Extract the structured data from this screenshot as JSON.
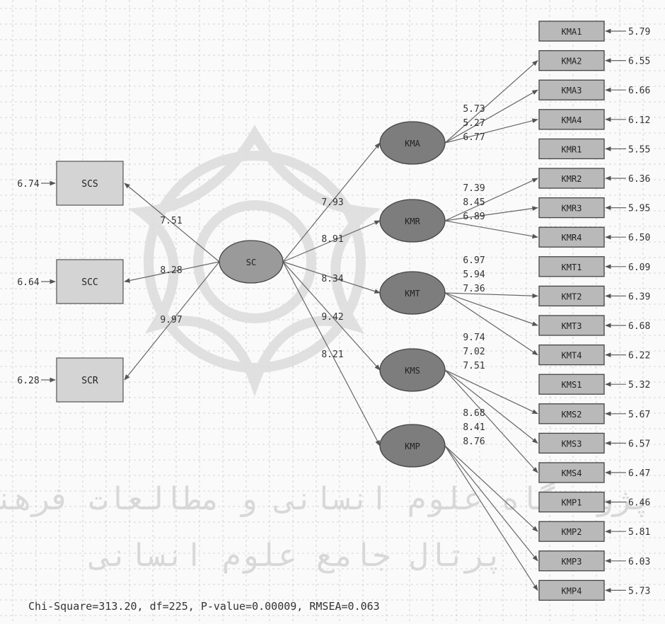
{
  "model": {
    "exogenous": {
      "name": "SC"
    },
    "observed_left": [
      {
        "name": "SCS",
        "error": "6.74",
        "loading": "7.51"
      },
      {
        "name": "SCC",
        "error": "6.64",
        "loading": "8.28"
      },
      {
        "name": "SCR",
        "error": "6.28",
        "loading": "9.97"
      }
    ],
    "latents": [
      {
        "name": "KMA",
        "path": "7.93",
        "indicators": [
          {
            "name": "KMA1",
            "error": "5.79",
            "loading": ""
          },
          {
            "name": "KMA2",
            "error": "6.55",
            "loading": "5.73"
          },
          {
            "name": "KMA3",
            "error": "6.66",
            "loading": "5.27"
          },
          {
            "name": "KMA4",
            "error": "6.12",
            "loading": "6.77"
          }
        ]
      },
      {
        "name": "KMR",
        "path": "8.91",
        "indicators": [
          {
            "name": "KMR1",
            "error": "5.55",
            "loading": ""
          },
          {
            "name": "KMR2",
            "error": "6.36",
            "loading": "7.39"
          },
          {
            "name": "KMR3",
            "error": "5.95",
            "loading": "8.45"
          },
          {
            "name": "KMR4",
            "error": "6.50",
            "loading": "6.89"
          }
        ]
      },
      {
        "name": "KMT",
        "path": "8.34",
        "indicators": [
          {
            "name": "KMT1",
            "error": "6.09",
            "loading": ""
          },
          {
            "name": "KMT2",
            "error": "6.39",
            "loading": "6.97"
          },
          {
            "name": "KMT3",
            "error": "6.68",
            "loading": "5.94"
          },
          {
            "name": "KMT4",
            "error": "6.22",
            "loading": "7.36"
          }
        ]
      },
      {
        "name": "KMS",
        "path": "9.42",
        "indicators": [
          {
            "name": "KMS1",
            "error": "5.32",
            "loading": ""
          },
          {
            "name": "KMS2",
            "error": "5.67",
            "loading": "9.74"
          },
          {
            "name": "KMS3",
            "error": "6.57",
            "loading": "7.02"
          },
          {
            "name": "KMS4",
            "error": "6.47",
            "loading": "7.51"
          }
        ]
      },
      {
        "name": "KMP",
        "path": "8.21",
        "indicators": [
          {
            "name": "KMP1",
            "error": "6.46",
            "loading": ""
          },
          {
            "name": "KMP2",
            "error": "5.81",
            "loading": "8.68"
          },
          {
            "name": "KMP3",
            "error": "6.03",
            "loading": "8.41"
          },
          {
            "name": "KMP4",
            "error": "5.73",
            "loading": "8.76"
          }
        ]
      }
    ]
  },
  "fit_statistics": "Chi-Square=313.20, df=225, P-value=0.00009, RMSEA=0.063",
  "watermark": {
    "line1": "پژوهشگاه علوم انسانی و مطالعات فرهنگی",
    "line2": "پرتال جامع علوم انسانی"
  },
  "colors": {
    "ellipse_fill": "#7d7d7d",
    "ellipse_fill_sc": "#9a9a9a",
    "box_fill": "#b9b9b9",
    "box_fill_left": "#d4d4d4",
    "line": "#666666",
    "grid": "#c9c9c9",
    "watermark": "#dedede"
  }
}
